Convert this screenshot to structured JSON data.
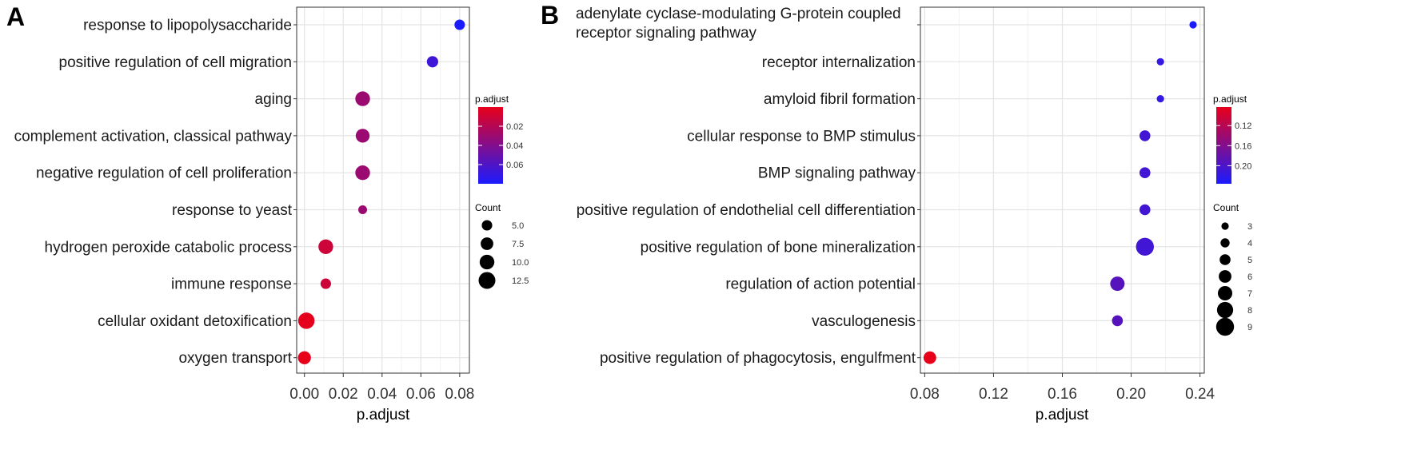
{
  "chart_data": [
    {
      "panel_label": "A",
      "type": "scatter",
      "xlabel": "p.adjust",
      "ylabel": "",
      "xlim": [
        -0.004,
        0.085
      ],
      "xticks": [
        "0.00",
        "0.02",
        "0.04",
        "0.06",
        "0.08"
      ],
      "xtick_values": [
        0.0,
        0.02,
        0.04,
        0.06,
        0.08
      ],
      "categories": [
        {
          "label": "response to lipopolysaccharide",
          "x": 0.08,
          "count": 5,
          "p_adjust": 0.08
        },
        {
          "label": "positive regulation of cell migration",
          "x": 0.066,
          "count": 6,
          "p_adjust": 0.066
        },
        {
          "label": "aging",
          "x": 0.03,
          "count": 10,
          "p_adjust": 0.03
        },
        {
          "label": "complement activation, classical pathway",
          "x": 0.03,
          "count": 9,
          "p_adjust": 0.03
        },
        {
          "label": "negative regulation of cell proliferation",
          "x": 0.03,
          "count": 10,
          "p_adjust": 0.03
        },
        {
          "label": "response to yeast",
          "x": 0.03,
          "count": 3,
          "p_adjust": 0.03
        },
        {
          "label": "hydrogen peroxide catabolic process",
          "x": 0.011,
          "count": 10,
          "p_adjust": 0.011
        },
        {
          "label": "immune response",
          "x": 0.011,
          "count": 5,
          "p_adjust": 0.011
        },
        {
          "label": "cellular oxidant detoxification",
          "x": 0.001,
          "count": 12,
          "p_adjust": 0.001
        },
        {
          "label": "oxygen transport",
          "x": 0.0,
          "count": 8,
          "p_adjust": 0.0
        }
      ],
      "color_legend": {
        "title": "p.adjust",
        "labels": [
          "0.02",
          "0.04",
          "0.06"
        ],
        "values": [
          0.02,
          0.04,
          0.06
        ],
        "range": [
          0.0,
          0.08
        ],
        "low_color": "#e8001a",
        "high_color": "#1b1bff"
      },
      "size_legend": {
        "title": "Count",
        "labels": [
          "5.0",
          "7.5",
          "10.0",
          "12.5"
        ],
        "values": [
          5.0,
          7.5,
          10.0,
          12.5
        ]
      },
      "grid": true
    },
    {
      "panel_label": "B",
      "type": "scatter",
      "xlabel": "p.adjust",
      "ylabel": "",
      "xlim": [
        0.0775,
        0.2425
      ],
      "xticks": [
        "0.08",
        "0.12",
        "0.16",
        "0.20",
        "0.24"
      ],
      "xtick_values": [
        0.08,
        0.12,
        0.16,
        0.2,
        0.24
      ],
      "categories": [
        {
          "label": [
            "adenylate cyclase-modulating G-protein coupled",
            "receptor signaling pathway"
          ],
          "x": 0.236,
          "count": 3,
          "p_adjust": 0.236
        },
        {
          "label": [
            "receptor internalization"
          ],
          "x": 0.217,
          "count": 3,
          "p_adjust": 0.217
        },
        {
          "label": [
            "amyloid fibril formation"
          ],
          "x": 0.217,
          "count": 3,
          "p_adjust": 0.217
        },
        {
          "label": [
            "cellular response to BMP stimulus"
          ],
          "x": 0.208,
          "count": 5,
          "p_adjust": 0.208
        },
        {
          "label": [
            "BMP signaling pathway"
          ],
          "x": 0.208,
          "count": 5,
          "p_adjust": 0.208
        },
        {
          "label": [
            "positive regulation of endothelial cell differentiation"
          ],
          "x": 0.208,
          "count": 5,
          "p_adjust": 0.208
        },
        {
          "label": [
            "positive regulation of bone mineralization"
          ],
          "x": 0.208,
          "count": 9,
          "p_adjust": 0.208
        },
        {
          "label": [
            "regulation of action potential"
          ],
          "x": 0.192,
          "count": 7,
          "p_adjust": 0.192
        },
        {
          "label": [
            "vasculogenesis"
          ],
          "x": 0.192,
          "count": 5,
          "p_adjust": 0.192
        },
        {
          "label": [
            "positive regulation of phagocytosis, engulfment"
          ],
          "x": 0.083,
          "count": 6,
          "p_adjust": 0.083
        }
      ],
      "color_legend": {
        "title": "p.adjust",
        "labels": [
          "0.12",
          "0.16",
          "0.20"
        ],
        "values": [
          0.12,
          0.16,
          0.2
        ],
        "range": [
          0.083,
          0.236
        ],
        "low_color": "#e8001a",
        "high_color": "#1b1bff"
      },
      "size_legend": {
        "title": "Count",
        "labels": [
          "3",
          "4",
          "5",
          "6",
          "7",
          "8",
          "9"
        ],
        "values": [
          3,
          4,
          5,
          6,
          7,
          8,
          9
        ]
      },
      "grid": true
    }
  ]
}
